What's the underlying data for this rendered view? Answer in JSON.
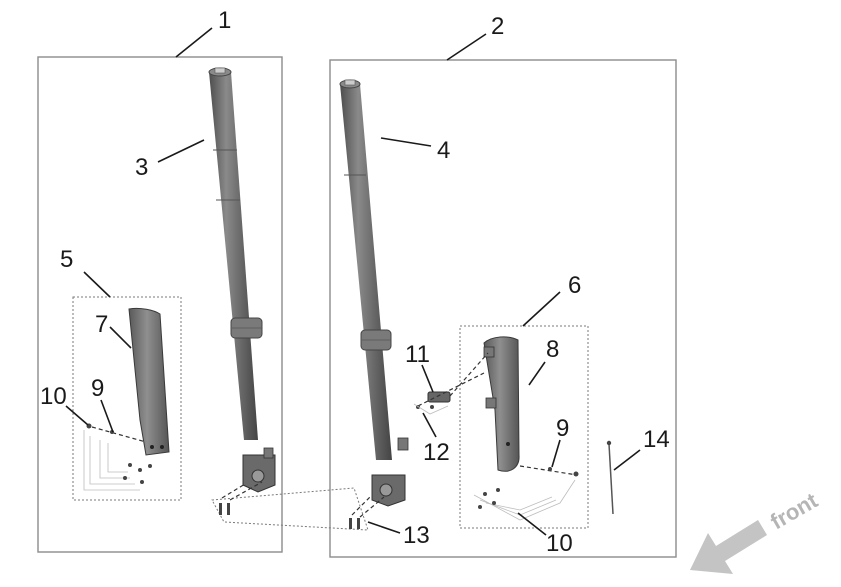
{
  "diagram": {
    "callouts": {
      "c1": "1",
      "c2": "2",
      "c3": "3",
      "c4": "4",
      "c5": "5",
      "c6": "6",
      "c7": "7",
      "c8": "8",
      "c9a": "9",
      "c9b": "9",
      "c10a": "10",
      "c10b": "10",
      "c11": "11",
      "c12": "12",
      "c13": "13",
      "c14": "14"
    },
    "direction_label": "front",
    "colors": {
      "tube": "#6b6b6b",
      "tube_highlight": "#9a9a9a",
      "tube_shadow": "#4a4a4a",
      "arrow": "#c4c4c4"
    }
  }
}
